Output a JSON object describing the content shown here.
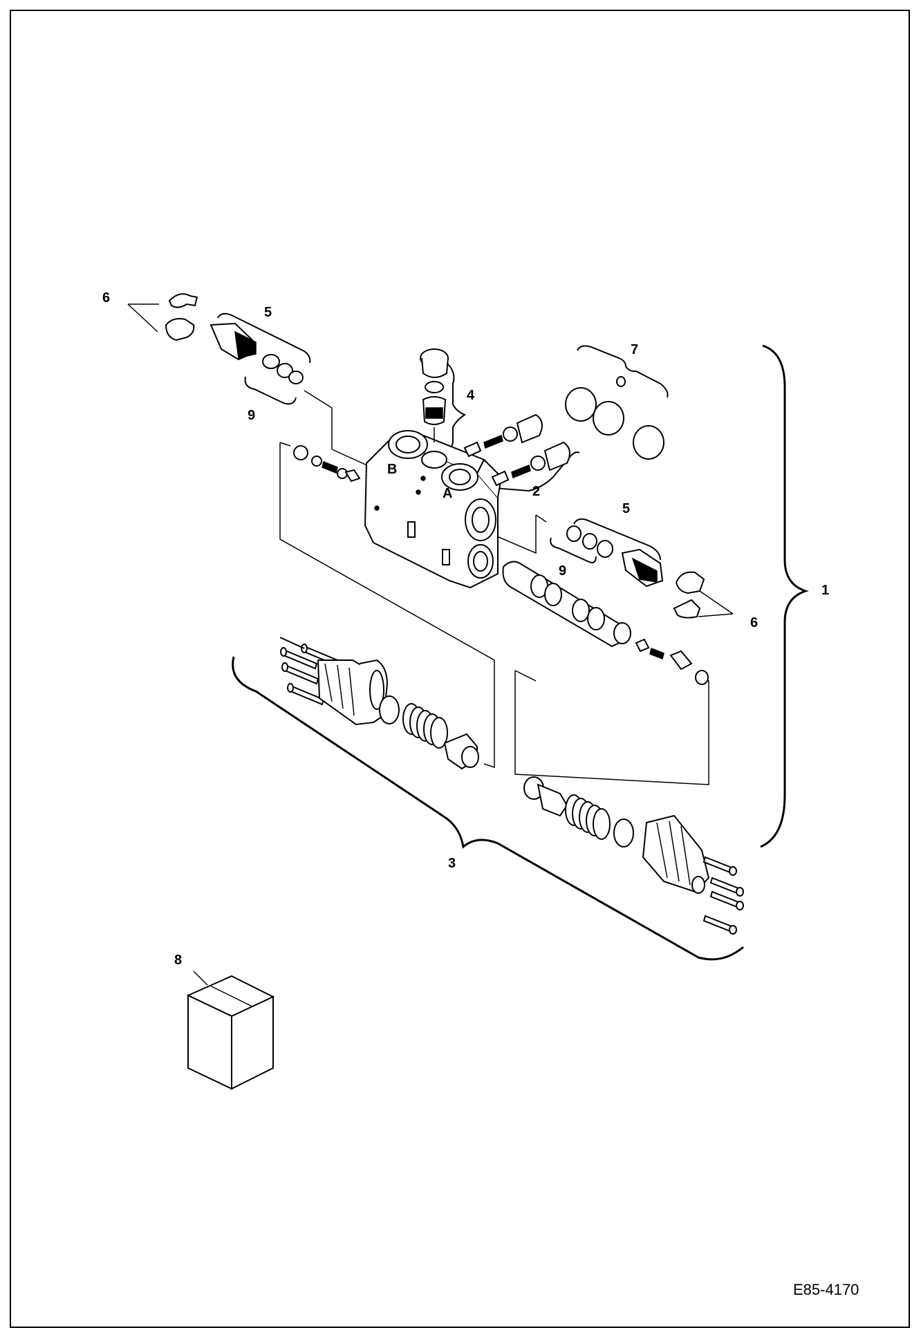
{
  "drawing_code": "E85-4170",
  "callouts": {
    "c1": "1",
    "c2": "2",
    "c3": "3",
    "c4": "4",
    "c5a": "5",
    "c5b": "5",
    "c6a": "6",
    "c6b": "6",
    "c7": "7",
    "c8": "8",
    "c9a": "9",
    "c9b": "9"
  },
  "port_letters": {
    "a": "A",
    "b": "B"
  }
}
